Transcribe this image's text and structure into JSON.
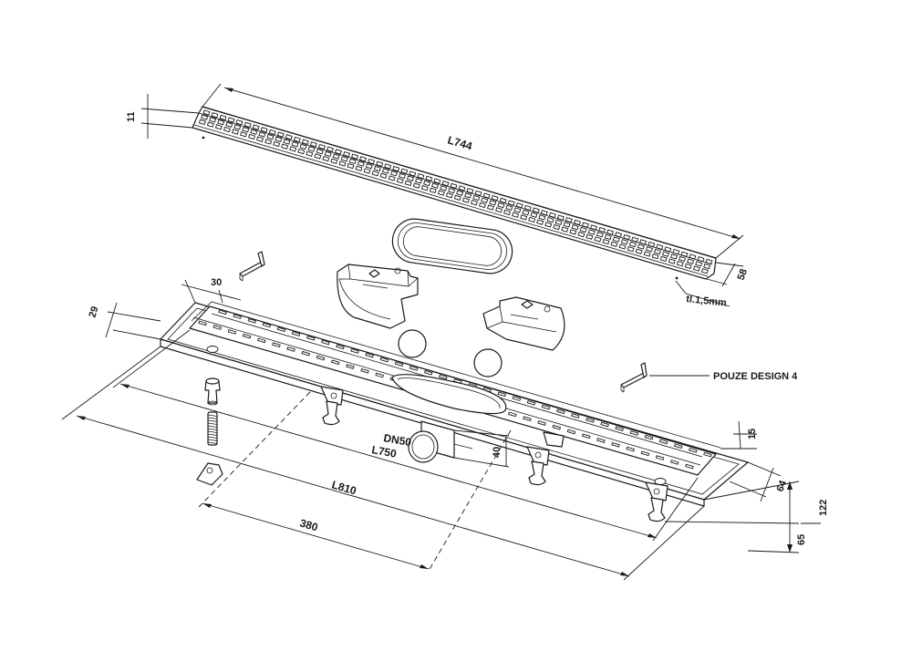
{
  "labels": {
    "grate_length": "L744",
    "grate_height": "11",
    "grate_width": "58",
    "grate_thickness": "tl.1,5mm",
    "channel_flange_depth": "29",
    "channel_flange_width": "30",
    "channel_length": "L810",
    "channel_inner_length": "L750",
    "outlet": "DN50",
    "outlet_height": "40",
    "outlet_offset": "380",
    "channel_top": "15",
    "channel_width": "64",
    "total_height": "122",
    "foot_height": "65",
    "callout_part": "POUZE DESIGN 4"
  }
}
